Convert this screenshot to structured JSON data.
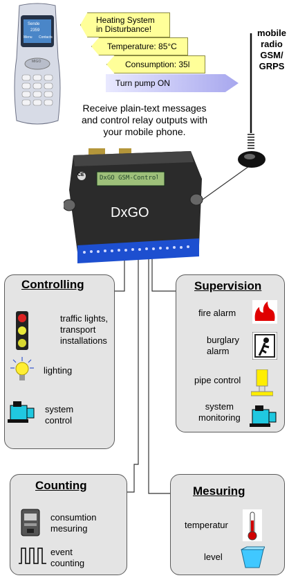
{
  "phone": {
    "screen_name": "Sende",
    "screen_number": "2359",
    "softkey_left": "Menu",
    "softkey_right": "Contacts",
    "brand": "MIGO"
  },
  "callouts": {
    "heating_line1": "Heating System",
    "heating_line2": "in Disturbance!",
    "temperature": "Temperature: 85°C",
    "consumption": "Consumption: 35l",
    "pump": "Turn pump  ON"
  },
  "antenna": {
    "line1": "mobile",
    "line2": "radio",
    "line3": "GSM/",
    "line4": "GRPS"
  },
  "intro": {
    "line1": "Receive plain-text messages",
    "line2": "and control relay outputs with",
    "line3": "your mobile phone."
  },
  "device": {
    "name": "DxGO",
    "lcd": "DxGO GSM-Control",
    "ce_mark": "CE"
  },
  "controlling": {
    "title": "Controlling",
    "traffic_line1": "traffic lights,",
    "traffic_line2": "transport",
    "traffic_line3": "installations",
    "lighting": "lighting",
    "system_line1": "system",
    "system_line2": "control"
  },
  "supervision": {
    "title": "Supervision",
    "fire": "fire alarm",
    "burglary_line1": "burglary",
    "burglary_line2": "alarm",
    "pipe": "pipe control",
    "monitoring_line1": "system",
    "monitoring_line2": "monitoring"
  },
  "counting": {
    "title": "Counting",
    "consumption_line1": "consumtion",
    "consumption_line2": "mesuring",
    "event_line1": "event",
    "event_line2": "counting"
  },
  "mesuring": {
    "title": "Mesuring",
    "temperature": "temperatur",
    "level": "level"
  },
  "colors": {
    "callout_yellow": "#ffff99",
    "pump_blue": "#a7a7ee",
    "panel_grey": "#e4e4e4",
    "device_dark": "#2a2a2a",
    "terminal_blue": "#1d4fd0",
    "fire_red": "#e00000",
    "pipe_yellow": "#ffee00",
    "level_cyan": "#40c8ff"
  }
}
